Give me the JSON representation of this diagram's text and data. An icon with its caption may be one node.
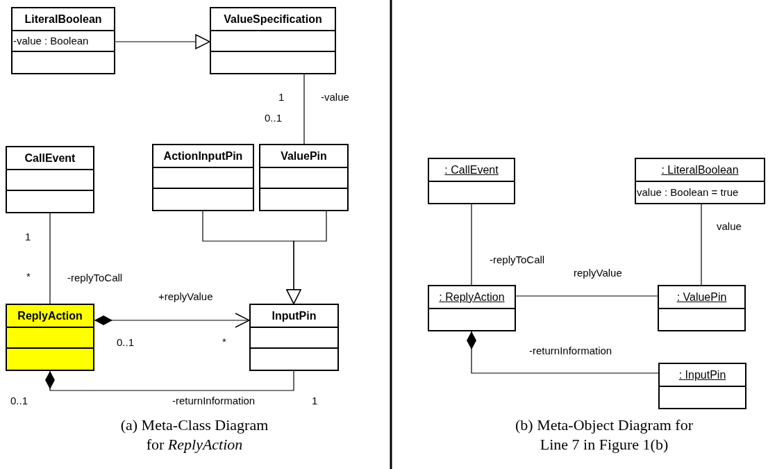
{
  "diagram": {
    "nodes": [
      {
        "text": [
          "LiteralBoolean",
          "-value : Boolean"
        ]
      },
      {
        "text": [
          "ValueSpecification"
        ]
      },
      {
        "text": [
          "ActionInputPin"
        ]
      },
      {
        "text": [
          "ValuePin"
        ]
      },
      {
        "text": [
          "CallEvent"
        ]
      },
      {
        "text": [
          "ReplyAction"
        ]
      },
      {
        "text": [
          "InputPin"
        ]
      },
      {
        "text": [
          ": CallEvent"
        ]
      },
      {
        "text": [
          ": LiteralBoolean",
          "value : Boolean = true"
        ]
      },
      {
        "text": [
          ": ReplyAction"
        ]
      },
      {
        "text": [
          ": ValuePin"
        ]
      },
      {
        "text": [
          ": InputPin"
        ]
      }
    ],
    "edges": [
      {
        "from": 0,
        "to": 1,
        "arrow": "to"
      },
      {
        "from": 1,
        "to": 3,
        "arrow": "none",
        "label": "-value"
      },
      {
        "from": 2,
        "to": 6,
        "arrow": "to"
      },
      {
        "from": 3,
        "to": 6,
        "arrow": "to"
      },
      {
        "from": 4,
        "to": 5,
        "arrow": "none",
        "label": "-replyToCall"
      },
      {
        "from": 5,
        "to": 6,
        "arrow": "to",
        "label": "+replyValue"
      },
      {
        "from": 5,
        "to": 6,
        "arrow": "other",
        "label": "-returnInformation"
      },
      {
        "from": 7,
        "to": 9,
        "arrow": "none",
        "label": "-replyToCall"
      },
      {
        "from": 8,
        "to": 10,
        "arrow": "none",
        "label": "value"
      },
      {
        "from": 9,
        "to": 10,
        "arrow": "none",
        "label": "replyValue"
      },
      {
        "from": 9,
        "to": 11,
        "arrow": "other",
        "label": "-returnInformation"
      }
    ],
    "labels": [
      "1",
      "0..1",
      "1",
      "*",
      "0..1",
      "*",
      "0..1",
      "1",
      "(a) Meta-Class Diagram for *ReplyAction*",
      "(b) Meta-Object Diagram for Line 7 in Figure 1(b)"
    ]
  }
}
